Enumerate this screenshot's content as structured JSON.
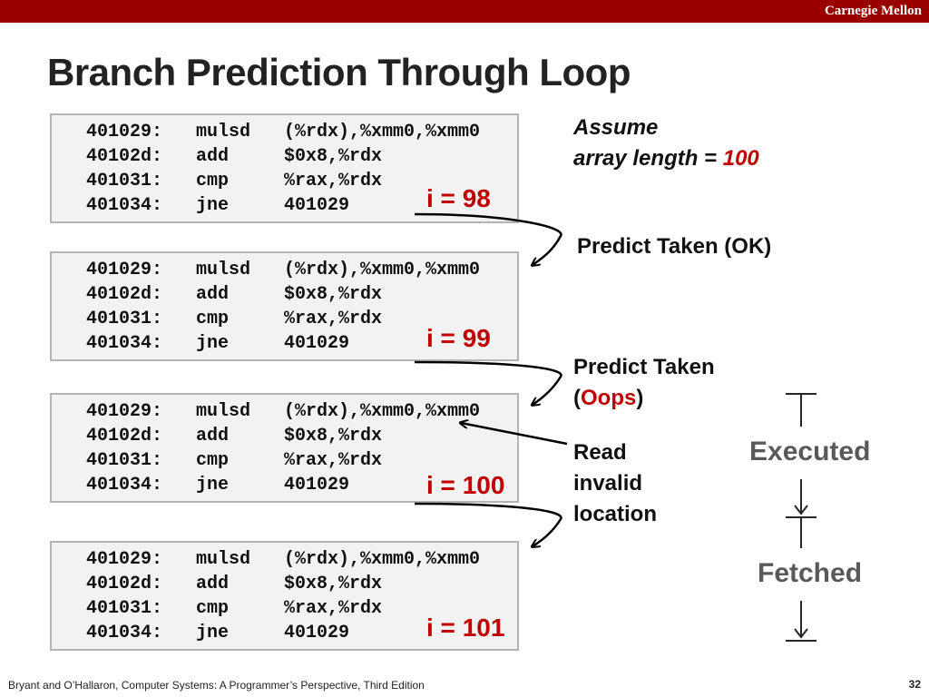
{
  "header": {
    "brand": "Carnegie Mellon"
  },
  "slide": {
    "title": "Branch Prediction Through Loop"
  },
  "code_blocks": [
    {
      "lines": [
        {
          "addr": "401029:",
          "op": "mulsd",
          "args": "(%rdx),%xmm0,%xmm0"
        },
        {
          "addr": "40102d:",
          "op": "add",
          "args": "$0x8,%rdx"
        },
        {
          "addr": "401031:",
          "op": "cmp",
          "args": "%rax,%rdx"
        },
        {
          "addr": "401034:",
          "op": "jne",
          "args": "401029"
        }
      ],
      "iteration": "i = 98"
    },
    {
      "lines": [
        {
          "addr": "401029:",
          "op": "mulsd",
          "args": "(%rdx),%xmm0,%xmm0"
        },
        {
          "addr": "40102d:",
          "op": "add",
          "args": "$0x8,%rdx"
        },
        {
          "addr": "401031:",
          "op": "cmp",
          "args": "%rax,%rdx"
        },
        {
          "addr": "401034:",
          "op": "jne",
          "args": "401029"
        }
      ],
      "iteration": "i = 99"
    },
    {
      "lines": [
        {
          "addr": "401029:",
          "op": "mulsd",
          "args": "(%rdx),%xmm0,%xmm0"
        },
        {
          "addr": "40102d:",
          "op": "add",
          "args": "$0x8,%rdx"
        },
        {
          "addr": "401031:",
          "op": "cmp",
          "args": "%rax,%rdx"
        },
        {
          "addr": "401034:",
          "op": "jne",
          "args": "401029"
        }
      ],
      "iteration": "i = 100"
    },
    {
      "lines": [
        {
          "addr": "401029:",
          "op": "mulsd",
          "args": "(%rdx),%xmm0,%xmm0"
        },
        {
          "addr": "40102d:",
          "op": "add",
          "args": "$0x8,%rdx"
        },
        {
          "addr": "401031:",
          "op": "cmp",
          "args": "%rax,%rdx"
        },
        {
          "addr": "401034:",
          "op": "jne",
          "args": "401029"
        }
      ],
      "iteration": "i = 101"
    }
  ],
  "notes": {
    "assume_line1": "Assume",
    "assume_line2_prefix": "array length = ",
    "assume_value": "100",
    "predict_ok": "Predict Taken (OK)",
    "predict_oops_line1": "Predict Taken",
    "oops_open": "(",
    "oops_word": "Oops",
    "oops_close": ")",
    "read_line1": "Read",
    "read_line2": "invalid",
    "read_line3": "location"
  },
  "legend": {
    "executed": "Executed",
    "fetched": "Fetched"
  },
  "footer": {
    "citation": "Bryant and O’Hallaron, Computer Systems: A Programmer’s Perspective, Third Edition",
    "page_number": "32"
  },
  "colors": {
    "brand_bar": "#990000",
    "accent_red": "#c00000",
    "legend_gray": "#595959",
    "code_bg": "#f2f2f2"
  }
}
